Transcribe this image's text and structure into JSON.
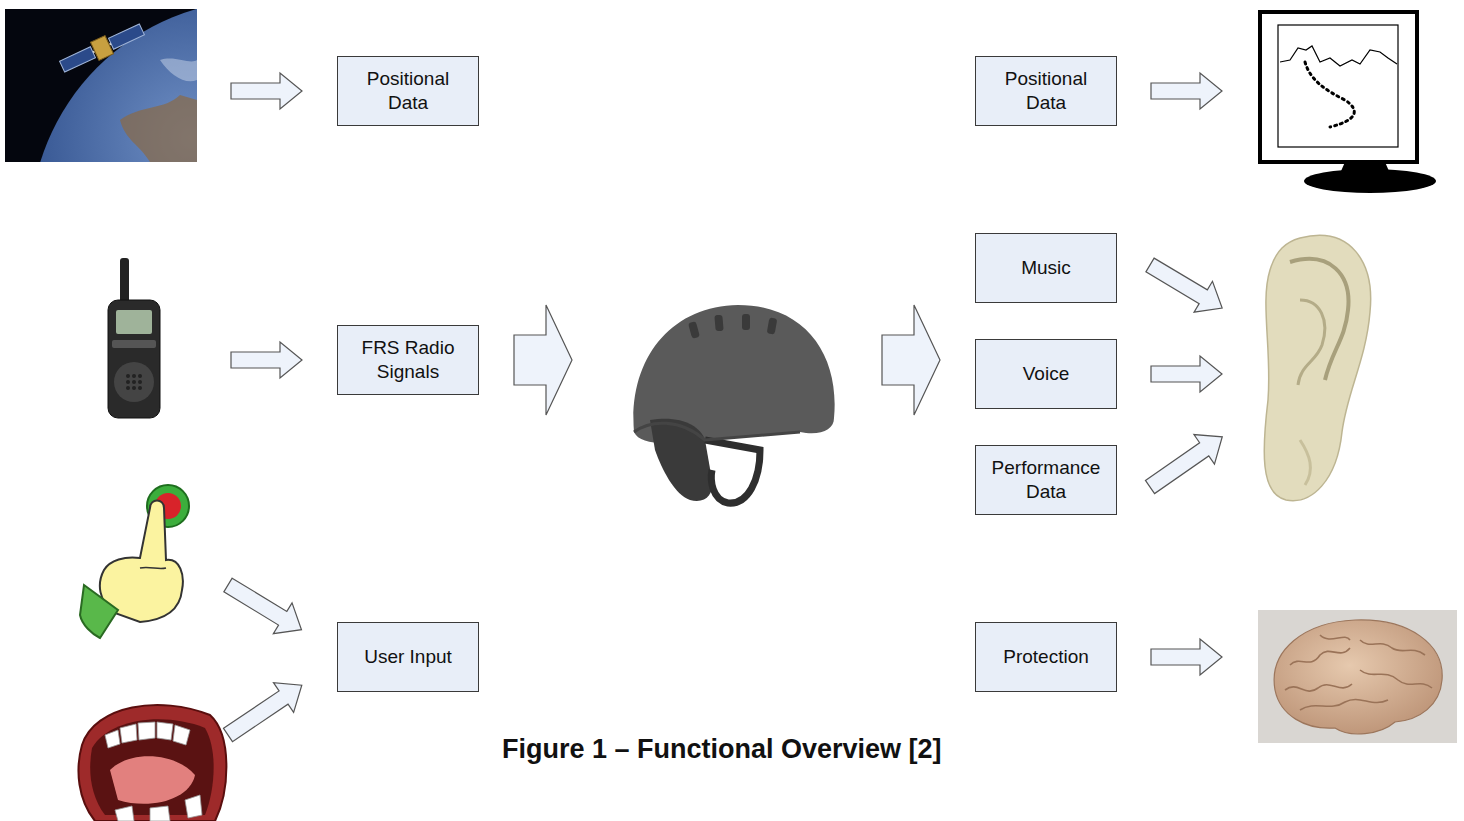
{
  "diagram": {
    "caption": "Figure 1 – Functional Overview [2]",
    "nodes": [
      {
        "text": [
          "Positional Data"
        ]
      },
      {
        "text": [
          "FRS Radio Signals"
        ]
      },
      {
        "text": [
          "User Input"
        ]
      },
      {
        "text": [
          "Positional Data"
        ]
      },
      {
        "text": [
          "Music"
        ]
      },
      {
        "text": [
          "Voice"
        ]
      },
      {
        "text": [
          "Performance Data"
        ]
      },
      {
        "text": [
          "Protection"
        ]
      }
    ]
  }
}
